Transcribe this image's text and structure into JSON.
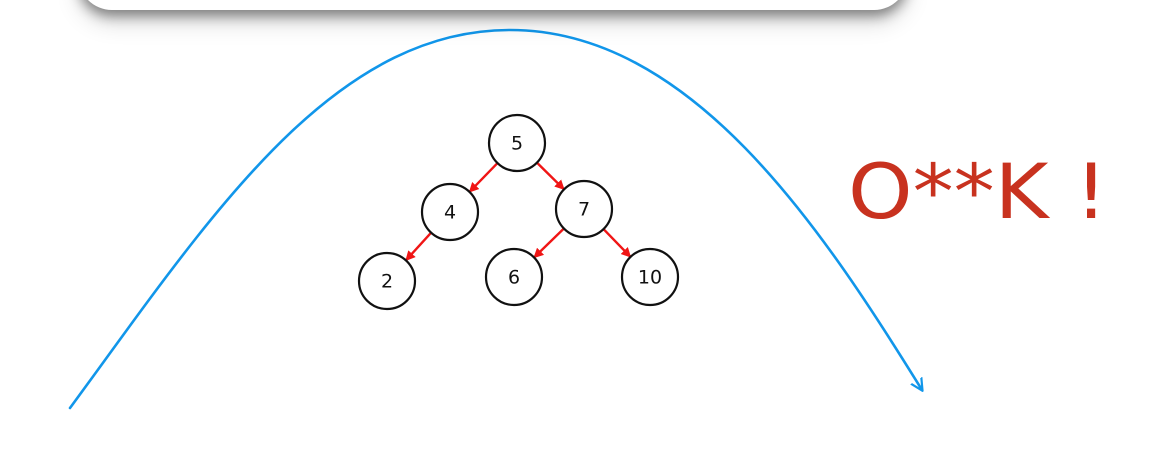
{
  "diagram": {
    "nodes": [
      {
        "id": "5",
        "label": "5"
      },
      {
        "id": "4",
        "label": "4"
      },
      {
        "id": "7",
        "label": "7"
      },
      {
        "id": "2",
        "label": "2"
      },
      {
        "id": "6",
        "label": "6"
      },
      {
        "id": "10",
        "label": "10"
      }
    ],
    "edges": [
      {
        "from": "5",
        "to": "4"
      },
      {
        "from": "5",
        "to": "7"
      },
      {
        "from": "4",
        "to": "2"
      },
      {
        "from": "7",
        "to": "6"
      },
      {
        "from": "7",
        "to": "10"
      }
    ]
  },
  "annotation": {
    "text": "O**K !",
    "color": "#c8321f"
  },
  "colors": {
    "arc": "#1196ea",
    "edge": "#f01515",
    "node_stroke": "#111111"
  }
}
